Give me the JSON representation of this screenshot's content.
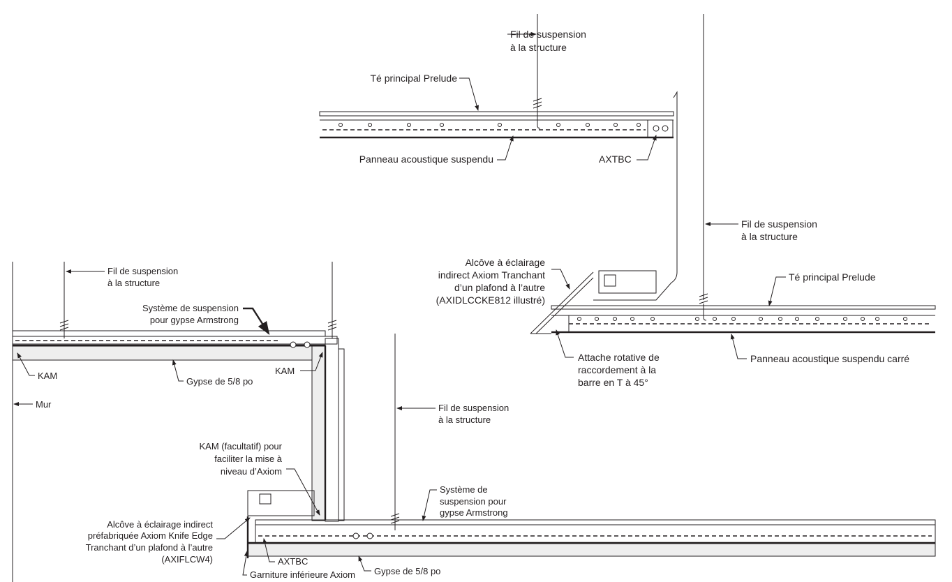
{
  "top_detail": {
    "wire_label": [
      "Fil de suspension",
      "à la structure"
    ],
    "main_tee_label": "Té principal Prelude",
    "panel_label": "Panneau acoustique suspendu",
    "axtbc_label": "AXTBC"
  },
  "right_detail": {
    "wire_label": [
      "Fil de suspension",
      "à la structure"
    ],
    "alcove_label": [
      "Alcôve à éclairage",
      "indirect Axiom Tranchant",
      "d’un plafond à l’autre",
      "(AXIDLCCKE812 illustré)"
    ],
    "main_tee_label": "Té principal Prelude",
    "clip_label": [
      "Attache rotative de",
      "raccordement à la",
      "barre en T à 45°"
    ],
    "panel_label": "Panneau acoustique suspendu carré"
  },
  "left_detail": {
    "wire_label_1": [
      "Fil de suspension",
      "à la structure"
    ],
    "suspension_label_1": [
      "Système de suspension",
      "pour gypse Armstrong"
    ],
    "kam_left": "KAM",
    "gypsum_label_1": "Gypse de 5/8 po",
    "kam_right": "KAM",
    "wall_label": "Mur",
    "wire_label_2": [
      "Fil de suspension",
      "à la structure"
    ],
    "kam_optional_label": [
      "KAM (facultatif) pour",
      "faciliter la mise à",
      "niveau d’Axiom"
    ],
    "suspension_label_2": [
      "Système de",
      "suspension pour",
      "gypse Armstrong"
    ],
    "alcove_label": [
      "Alcôve à éclairage indirect",
      "préfabriquée Axiom Knife Edge",
      "Tranchant d’un plafond à l’autre",
      "(AXIFLCW4)"
    ],
    "axtbc_label": "AXTBC",
    "trim_label": "Garniture inférieure Axiom",
    "gypsum_label_2": "Gypse de 5/8 po"
  }
}
